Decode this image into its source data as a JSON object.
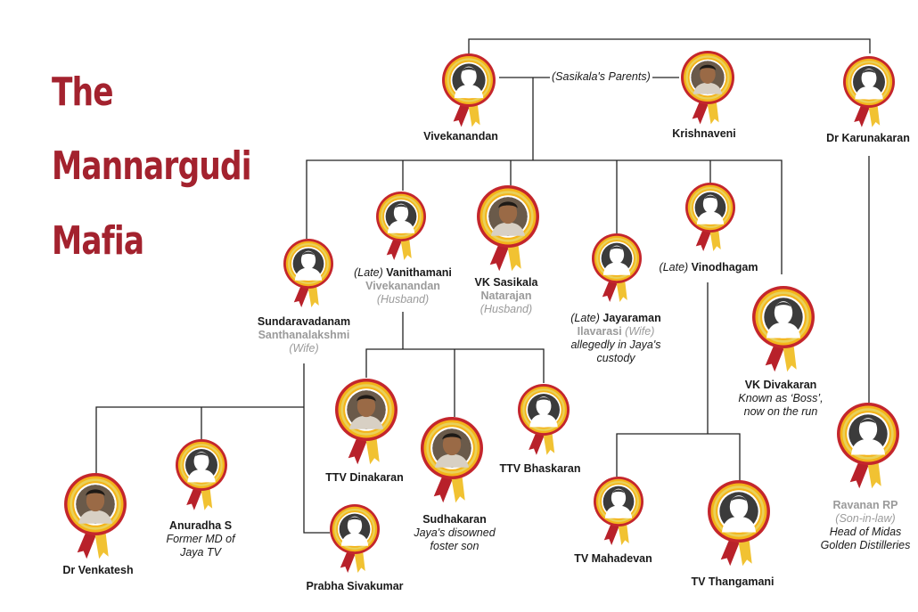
{
  "title": {
    "line1": "The",
    "line2": "Mannargudi",
    "line3": "Mafia"
  },
  "parents_label": "(Sasikala's Parents)",
  "colors": {
    "title": "#a3222e",
    "medal_outer": "#c4262c",
    "medal_gold": "#f4b41a",
    "medal_ring": "#e9d15a",
    "ribbon_red": "#b8212a",
    "ribbon_gold": "#f1c232",
    "portrait": "#3b3b3b",
    "line": "#222222"
  },
  "people": {
    "vivekanandan": {
      "name": "Vivekanandan"
    },
    "krishnaveni": {
      "name": "Krishnaveni"
    },
    "karunakaran": {
      "name": "Dr Karunakaran"
    },
    "sundaravadanam": {
      "name": "Sundaravadanam",
      "spouse": "Santhanalakshmi",
      "spouse_role": "(Wife)"
    },
    "vanithamani": {
      "prefix": "(Late)",
      "name": "Vanithamani",
      "spouse": "Vivekanandan",
      "spouse_role": "(Husband)"
    },
    "sasikala": {
      "name": "VK Sasikala",
      "spouse": "Natarajan",
      "spouse_role": "(Husband)"
    },
    "jayaraman": {
      "prefix": "(Late)",
      "name": "Jayaraman",
      "spouse": "Ilavarasi",
      "spouse_role": "(Wife)",
      "note1": "allegedly in Jaya's",
      "note2": "custody"
    },
    "vinodhagam": {
      "prefix": "(Late)",
      "name": "Vinodhagam"
    },
    "divakaran": {
      "name": "VK Divakaran",
      "note1": "Known as ‘Boss’,",
      "note2": "now on the run"
    },
    "ravanan": {
      "name": "Ravanan RP",
      "role": "(Son-in-law)",
      "note1": "Head of Midas",
      "note2": "Golden Distilleries"
    },
    "dinakaran": {
      "name": "TTV Dinakaran"
    },
    "sudhakaran": {
      "name": "Sudhakaran",
      "note1": "Jaya's disowned",
      "note2": "foster son"
    },
    "bhaskaran": {
      "name": "TTV Bhaskaran"
    },
    "venkatesh": {
      "name": "Dr Venkatesh"
    },
    "anuradha": {
      "name": "Anuradha S",
      "note1": "Former MD of",
      "note2": "Jaya TV"
    },
    "prabha": {
      "name": "Prabha Sivakumar"
    },
    "mahadevan": {
      "name": "TV Mahadevan"
    },
    "thangamani": {
      "name": "TV Thangamani"
    }
  }
}
